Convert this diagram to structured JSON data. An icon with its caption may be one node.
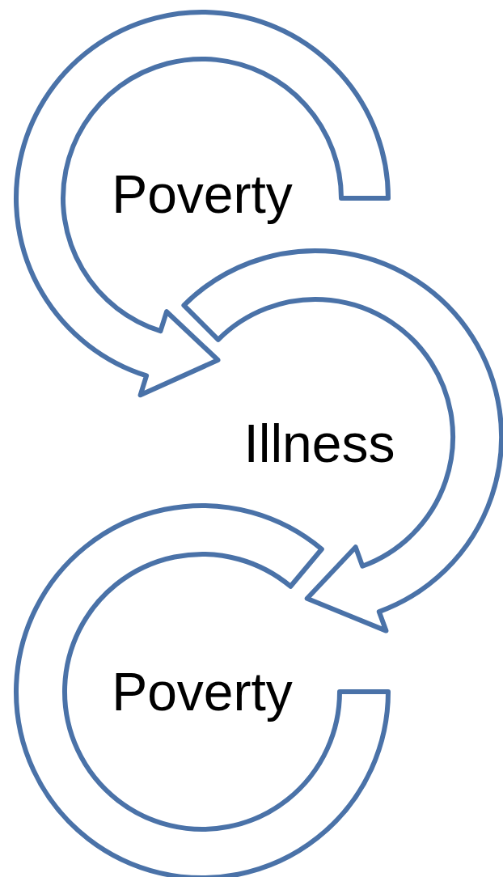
{
  "diagram": {
    "nodes": [
      {
        "text": [
          "Poverty"
        ]
      },
      {
        "text": [
          "Illness"
        ]
      },
      {
        "text": [
          "Poverty"
        ]
      }
    ],
    "edges": [
      {
        "from": 0,
        "to": 1,
        "arrow": "to"
      },
      {
        "from": 1,
        "to": 2,
        "arrow": "to"
      }
    ]
  }
}
